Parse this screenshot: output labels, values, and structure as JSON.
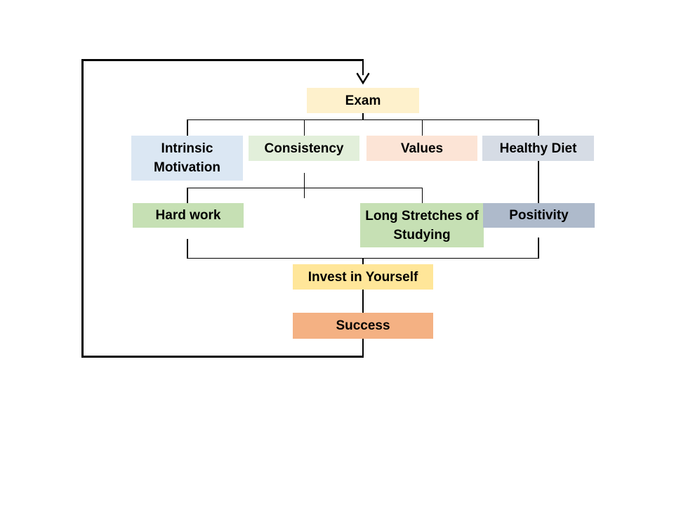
{
  "diagram": {
    "type": "flowchart",
    "background": "#ffffff",
    "line_color": "#000000",
    "nodes": {
      "exam": {
        "label": "Exam",
        "fill": "#FEF1CC"
      },
      "intrinsic_motivation": {
        "label": "Intrinsic Motivation",
        "fill": "#DBE7F3"
      },
      "consistency": {
        "label": "Consistency",
        "fill": "#E2EFDA"
      },
      "values": {
        "label": "Values",
        "fill": "#FCE4D6"
      },
      "healthy_diet": {
        "label": "Healthy Diet",
        "fill": "#D6DCE5"
      },
      "hard_work": {
        "label": "Hard work",
        "fill": "#C6E0B4"
      },
      "long_stretches": {
        "label": "Long Stretches of Studying",
        "fill": "#C6E0B4"
      },
      "positivity": {
        "label": "Positivity",
        "fill": "#AEBACB"
      },
      "invest_in_yourself": {
        "label": "Invest in Yourself",
        "fill": "#FFE699"
      },
      "success": {
        "label": "Success",
        "fill": "#F4B183"
      }
    },
    "edges": [
      "Exam -> Intrinsic Motivation",
      "Exam -> Consistency",
      "Exam -> Values",
      "Exam -> Healthy Diet",
      "Consistency -> Hard work",
      "Consistency -> Long Stretches of Studying",
      "Healthy Diet -> Positivity",
      "Hard work -> Invest in Yourself",
      "Positivity -> Invest in Yourself",
      "Invest in Yourself -> Success",
      "Success -> Exam (feedback loop, arrow)"
    ]
  }
}
